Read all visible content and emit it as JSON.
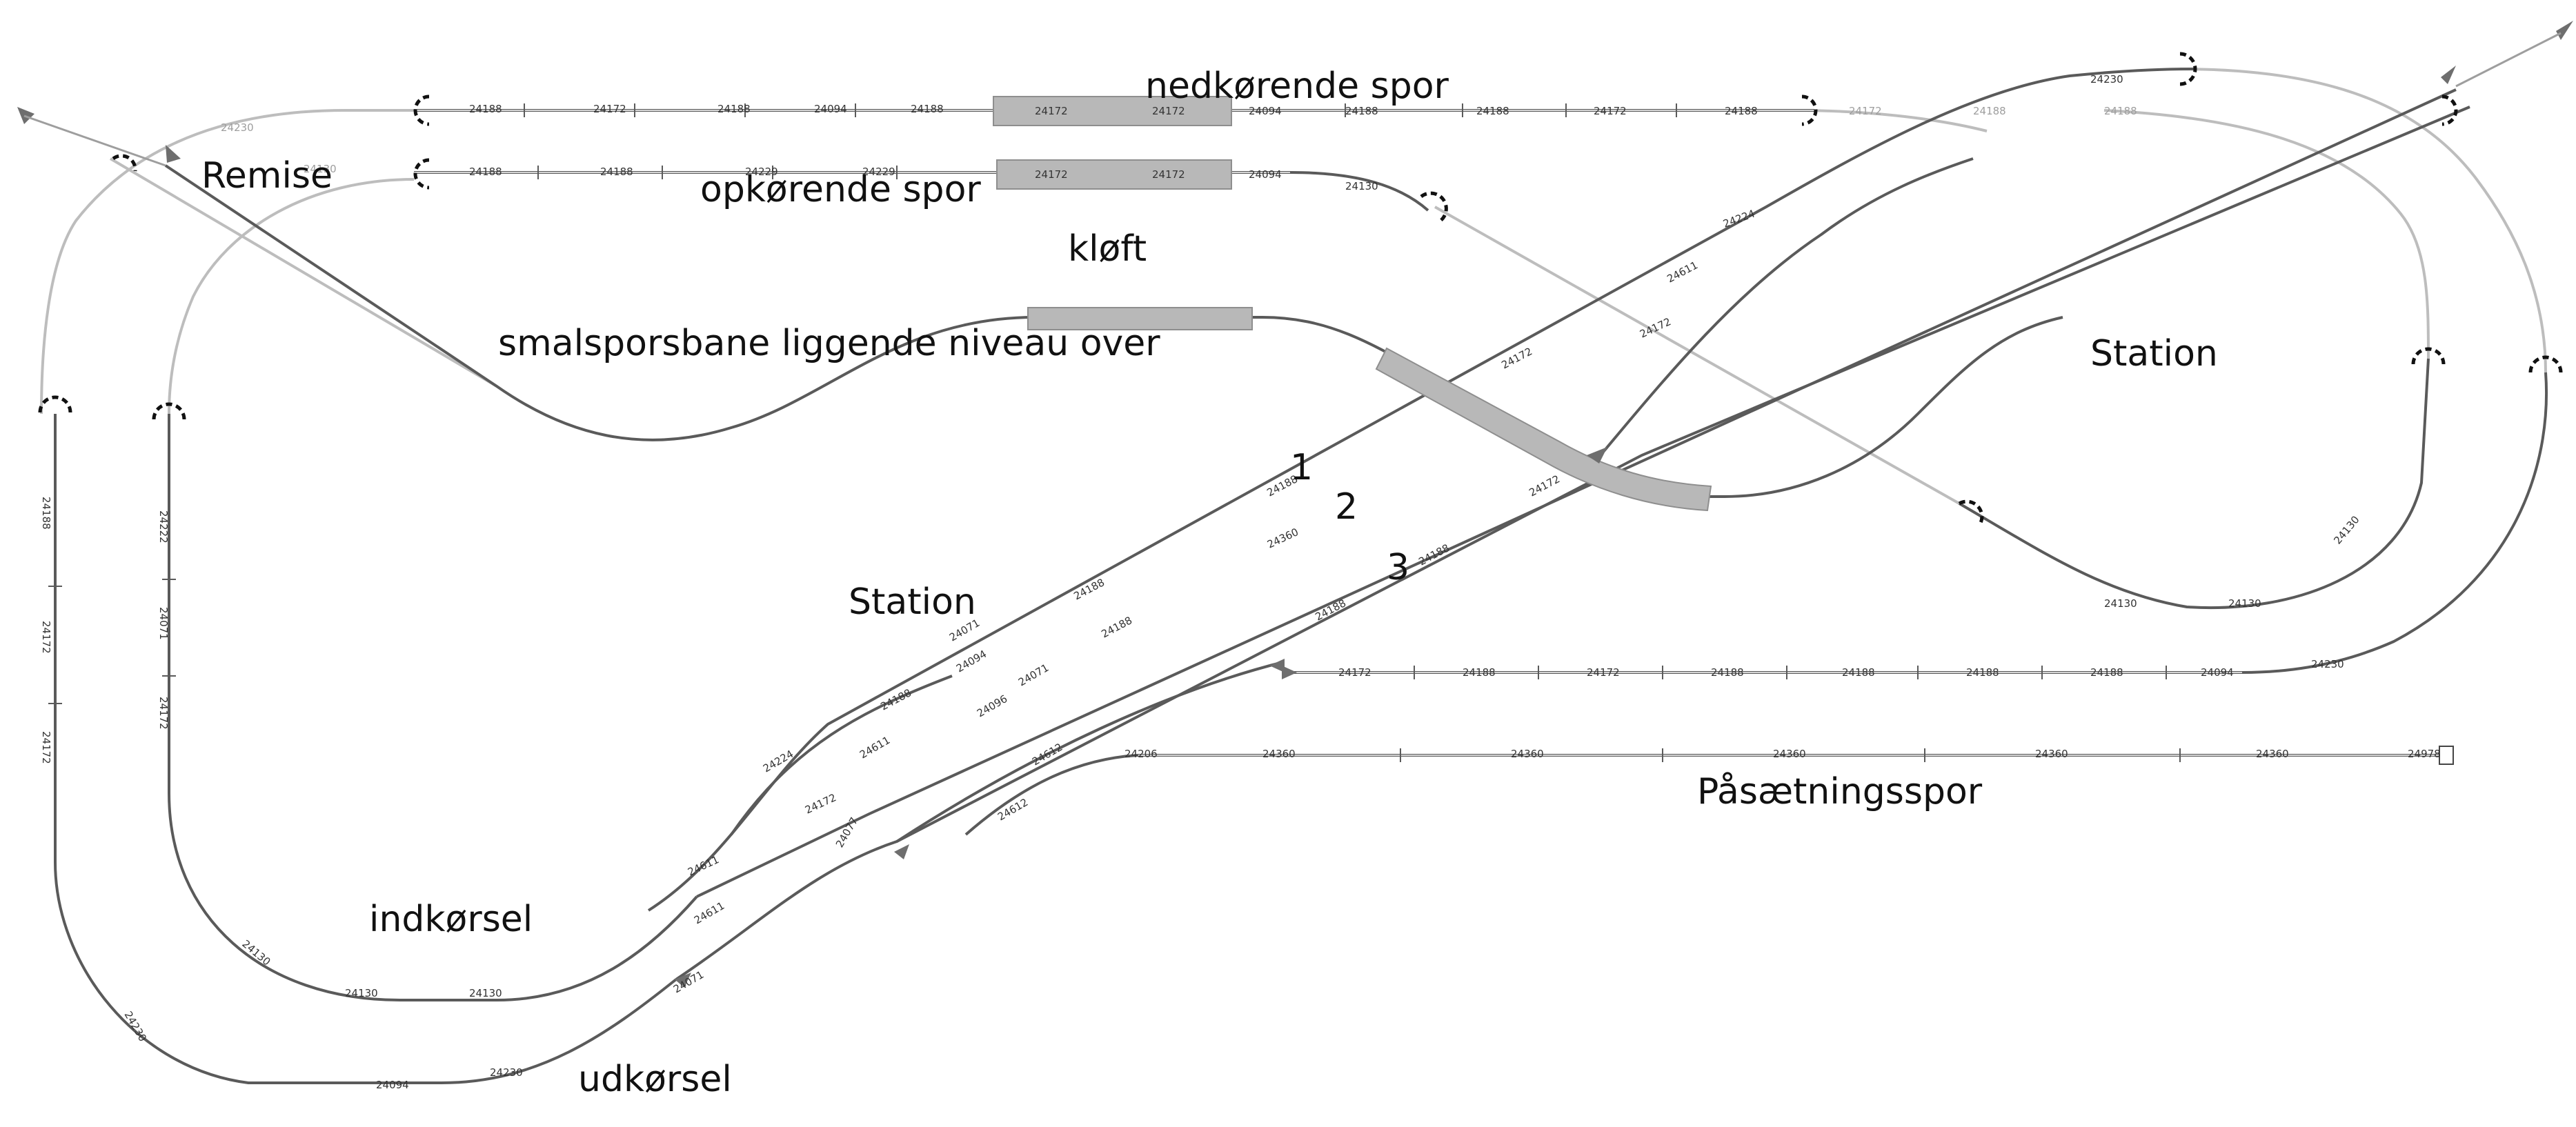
{
  "labels": {
    "nedkorende": "nedkørende spor",
    "opkorende": "opkørende spor",
    "kloft": "kløft",
    "remise": "Remise",
    "smalspor": "smalsporsbane liggende niveau over",
    "station_left": "Station",
    "station_right": "Station",
    "num1": "1",
    "num2": "2",
    "num3": "3",
    "indkorsel": "indkørsel",
    "udkorsel": "udkørsel",
    "pasaetning": "Påsætningsspor"
  },
  "track_codes": {
    "top": [
      "24188",
      "24172",
      "24188",
      "24094",
      "24188",
      "24172",
      "24172",
      "24094",
      "24188",
      "24188",
      "24172",
      "24188"
    ],
    "top_faded": [
      "24172",
      "24188",
      "24188"
    ],
    "second": [
      "24188",
      "24188",
      "24229",
      "24229",
      "24172",
      "24172",
      "24094",
      "24130"
    ],
    "lower": [
      "24172",
      "24188",
      "24172",
      "24188",
      "24188",
      "24188",
      "24188",
      "24094",
      "24230"
    ],
    "siding": [
      "24206",
      "24360",
      "24360",
      "24360",
      "24360",
      "24360",
      "24978"
    ],
    "left_vertical": [
      "24188",
      "24172",
      "24172"
    ],
    "left_inner_vertical": [
      "24222",
      "24071",
      "24172"
    ],
    "bottom": [
      "24230",
      "24094",
      "24230"
    ],
    "inner_bottom": [
      "24130",
      "24130",
      "24130"
    ],
    "right_loop": [
      "24130",
      "24130",
      "24130"
    ],
    "diagonal_1": [
      "24188",
      "24188",
      "24188",
      "24172",
      "24611"
    ],
    "diagonal_2": [
      "24360",
      "24172",
      "24172",
      "24611"
    ],
    "diagonal_3": [
      "24188",
      "24188",
      "24188",
      "24172"
    ],
    "crossover": [
      "24224",
      "24224",
      "24611",
      "24612"
    ],
    "station_left_codes": [
      "24071",
      "24094",
      "24071",
      "24096",
      "24611",
      "24612",
      "24077",
      "24071"
    ],
    "misc": [
      "24130",
      "24230",
      "24230"
    ]
  },
  "colors": {
    "track": "#5a5a5a",
    "track_faded": "#bdbdbd",
    "bridge": "#b8b8b8",
    "text": "#111111"
  }
}
